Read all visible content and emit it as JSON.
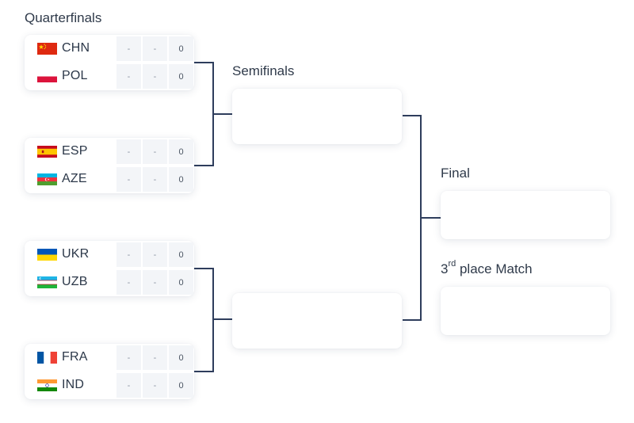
{
  "stages": {
    "quarterfinals": "Quarterfinals",
    "semifinals": "Semifinals",
    "final": "Final",
    "third_place_prefix": "3",
    "third_place_sup": "rd",
    "third_place_suffix": " place Match"
  },
  "quarterfinals": [
    {
      "teams": [
        {
          "code": "CHN",
          "flag": "china-flag-icon",
          "s1": "-",
          "s2": "-",
          "total": "0"
        },
        {
          "code": "POL",
          "flag": "poland-flag-icon",
          "s1": "-",
          "s2": "-",
          "total": "0"
        }
      ]
    },
    {
      "teams": [
        {
          "code": "ESP",
          "flag": "spain-flag-icon",
          "s1": "-",
          "s2": "-",
          "total": "0"
        },
        {
          "code": "AZE",
          "flag": "azerbaijan-flag-icon",
          "s1": "-",
          "s2": "-",
          "total": "0"
        }
      ]
    },
    {
      "teams": [
        {
          "code": "UKR",
          "flag": "ukraine-flag-icon",
          "s1": "-",
          "s2": "-",
          "total": "0"
        },
        {
          "code": "UZB",
          "flag": "uzbekistan-flag-icon",
          "s1": "-",
          "s2": "-",
          "total": "0"
        }
      ]
    },
    {
      "teams": [
        {
          "code": "FRA",
          "flag": "france-flag-icon",
          "s1": "-",
          "s2": "-",
          "total": "0"
        },
        {
          "code": "IND",
          "flag": "india-flag-icon",
          "s1": "-",
          "s2": "-",
          "total": "0"
        }
      ]
    }
  ],
  "colors": {
    "connector": "#2e3d5c",
    "score_cell": "#f3f5f8",
    "text": "#2c3849"
  }
}
